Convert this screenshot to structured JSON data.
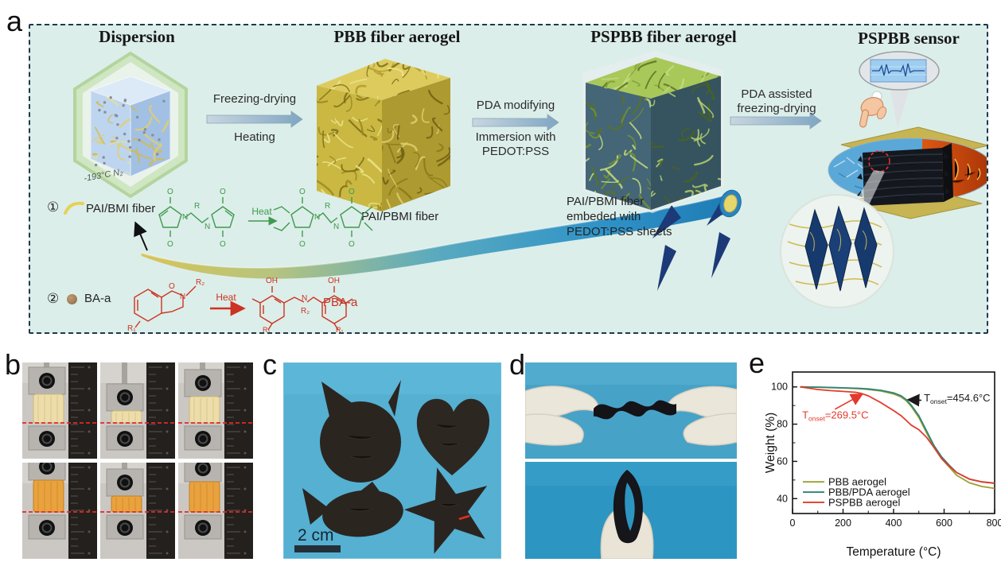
{
  "figure": {
    "panel_a": {
      "label": "a",
      "stage_titles": [
        "Dispersion",
        "PBB fiber aerogel",
        "PSPBB fiber aerogel",
        "PSPBB sensor"
      ],
      "arrow1": {
        "top": "Freezing-drying",
        "bottom": "Heating"
      },
      "arrow2": {
        "top": "PDA modifying",
        "bottom1": "Immersion with",
        "bottom2": "PEDOT:PSS"
      },
      "arrow3": {
        "line1": "PDA assisted",
        "line2": "freezing-drying"
      },
      "cube_label": "-193°C N₂",
      "fiber_label": "PAI/PBMI fiber",
      "embed_label": {
        "line1": "PAI/PBMI fiber",
        "line2": "embeded with",
        "line3": "PEDOT:PSS sheets"
      },
      "chem1": {
        "num": "①",
        "name": "PAI/BMI fiber",
        "heat": "Heat"
      },
      "chem2": {
        "num": "②",
        "name": "BA-a",
        "heat": "Heat",
        "product": "PBA-a"
      },
      "atoms": {
        "O": "O",
        "N": "N",
        "R": "R",
        "R1": "R₁",
        "R2": "R₂",
        "OH": "OH"
      }
    },
    "panel_b": {
      "label": "b",
      "rows": [
        {
          "sample_color": "#ecddaa",
          "sample_edge": "#cdb877",
          "baseline": 76,
          "full_h": 36,
          "states": [
            1,
            0.42,
            0.92
          ]
        },
        {
          "sample_color": "#e9a23e",
          "sample_edge": "#c07f24",
          "baseline": 62,
          "full_h": 40,
          "states": [
            1,
            0.5,
            0.95
          ]
        }
      ]
    },
    "panel_c": {
      "label": "c",
      "scale_label": "2 cm",
      "shapes": [
        "cat",
        "heart",
        "fish",
        "star"
      ]
    },
    "panel_d": {
      "label": "d"
    },
    "panel_e": {
      "label": "e"
    }
  },
  "chart_data": {
    "type": "line",
    "title": "",
    "xlabel": "Temperature (°C)",
    "ylabel": "Weight (%)",
    "xlim": [
      0,
      800
    ],
    "ylim": [
      32,
      108
    ],
    "xticks": [
      0,
      200,
      400,
      600,
      800
    ],
    "yticks": [
      40,
      60,
      80,
      100
    ],
    "x_minor_step": 100,
    "y_minor_step": 10,
    "grid": false,
    "legend_position": "lower left",
    "x": [
      30,
      100,
      150,
      200,
      250,
      270,
      300,
      350,
      400,
      430,
      450,
      470,
      500,
      530,
      560,
      590,
      620,
      650,
      700,
      750,
      800
    ],
    "series": [
      {
        "name": "PBB aerogel",
        "color": "#9aa030",
        "values": [
          100,
          99.8,
          99.6,
          99.4,
          99.1,
          99,
          98.6,
          97.8,
          96.2,
          94.6,
          92.6,
          89.5,
          83.5,
          75.5,
          67.5,
          61.5,
          57,
          52.5,
          48.5,
          46.5,
          45.5
        ]
      },
      {
        "name": "PBB/PDA aerogel",
        "color": "#2e8577",
        "values": [
          100,
          99.9,
          99.7,
          99.5,
          99.3,
          99.2,
          98.9,
          98.2,
          96.8,
          95.2,
          93.2,
          90.2,
          84.5,
          76.5,
          68.5,
          62.5,
          58,
          54,
          50.5,
          49,
          48.3
        ]
      },
      {
        "name": "PSPBB aerogel",
        "color": "#e23a2c",
        "values": [
          100,
          98.6,
          98,
          97.6,
          97.1,
          96.6,
          95.2,
          91.5,
          87.3,
          84.5,
          82,
          79.5,
          77,
          73,
          67.5,
          61.5,
          57.5,
          54,
          50.5,
          49,
          48.2
        ]
      }
    ],
    "annotations": [
      {
        "pre": "T",
        "sub": "onset",
        "post": "=454.6°C",
        "color": "#1a1a1a",
        "tx": 520,
        "ty": 92.3,
        "ax1": 510,
        "ay1": 92.8,
        "ax2": 462,
        "ay2": 93.1
      },
      {
        "pre": "T",
        "sub": "onset",
        "post": "=269.5°C",
        "color": "#e23a2c",
        "tx": 38,
        "ty": 83.0,
        "ax1": 168,
        "ay1": 88.0,
        "ax2": 272,
        "ay2": 95.8
      }
    ],
    "legend_rows_y": [
      49,
      43.5,
      38
    ]
  }
}
